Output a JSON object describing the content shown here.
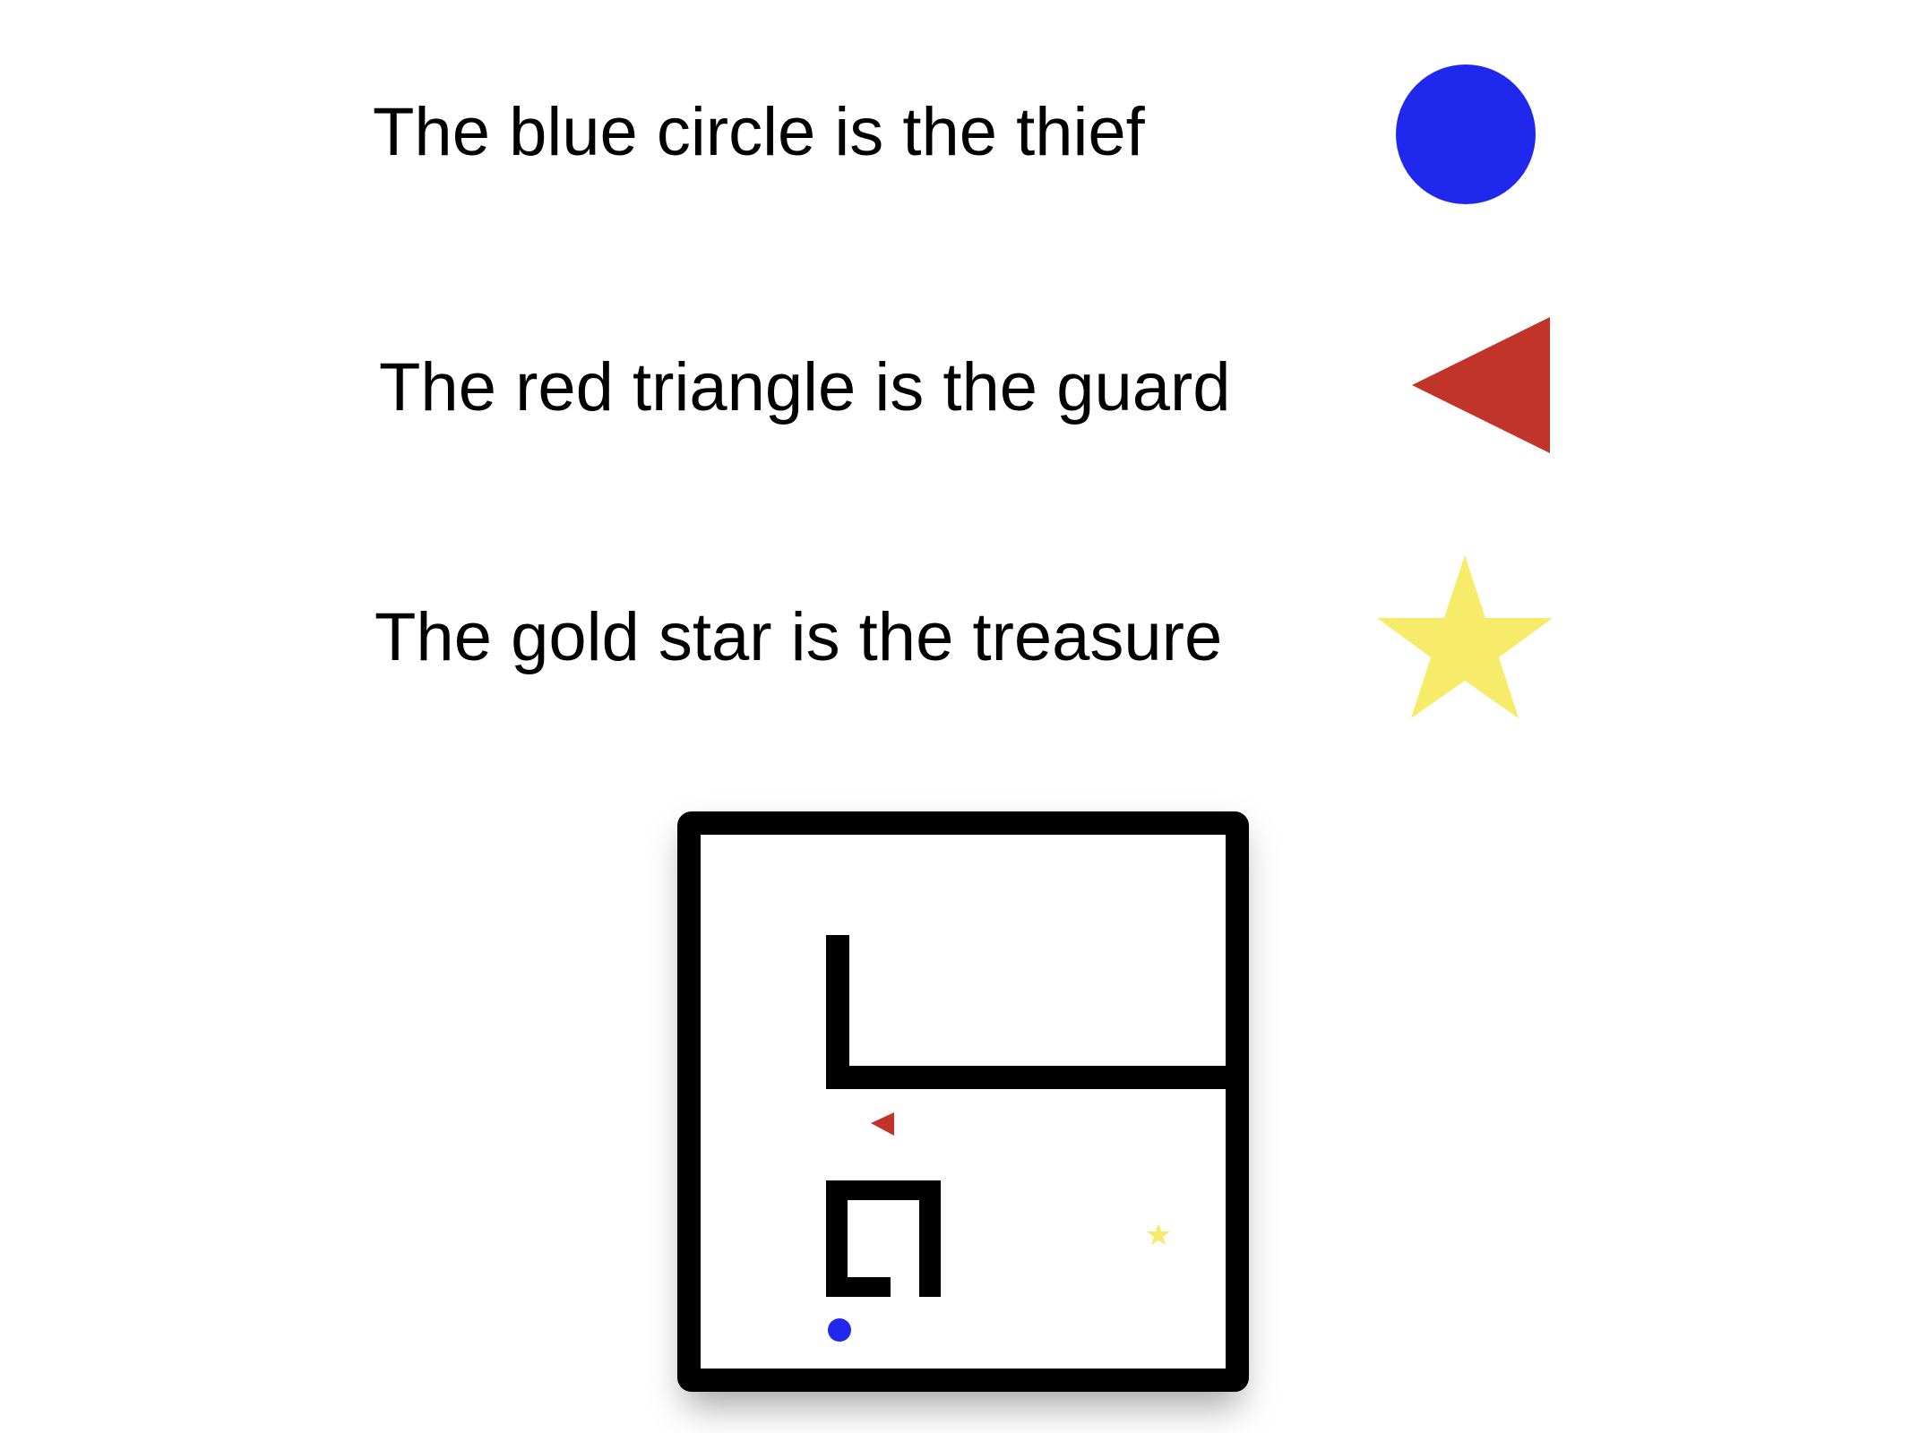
{
  "legend": {
    "thief_text": "The blue circle is the thief",
    "guard_text": "The red triangle is the guard",
    "treasure_text": "The gold star is the treasure"
  },
  "colors": {
    "thief": "#2128EE",
    "guard": "#C0342A",
    "treasure": "#F7EB6A",
    "wall": "#000000",
    "background": "#FFFFFF"
  },
  "icons": {
    "thief": "blue-circle",
    "guard": "red-triangle-left",
    "treasure": "gold-star"
  }
}
